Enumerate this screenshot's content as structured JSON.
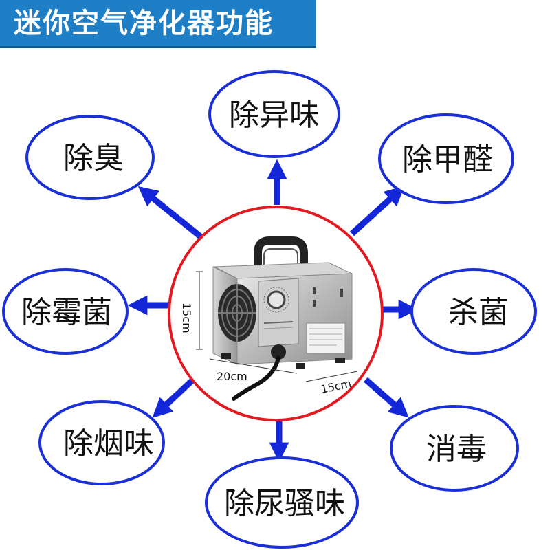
{
  "title": "迷你空气净化器功能",
  "colors": {
    "banner": "#1f7fc6",
    "title_text": "#ffffff",
    "ellipse_stroke": "#1a2fd6",
    "center_circle_stroke": "#e21b23",
    "arrow": "#1427d8"
  },
  "center": {
    "product": "mini air purifier device with handle, fan grille, knob and power cord",
    "dimensions": {
      "height": "15cm",
      "width": "20cm",
      "depth": "15cm"
    }
  },
  "functions": [
    {
      "id": "top",
      "label": "除异味"
    },
    {
      "id": "top-right",
      "label": "除甲醛"
    },
    {
      "id": "right",
      "label": "杀菌"
    },
    {
      "id": "bottom-right",
      "label": "消毒"
    },
    {
      "id": "bottom",
      "label": "除尿骚味"
    },
    {
      "id": "bottom-left",
      "label": "除烟味"
    },
    {
      "id": "left",
      "label": "除霉菌"
    },
    {
      "id": "top-left",
      "label": "除臭"
    }
  ]
}
